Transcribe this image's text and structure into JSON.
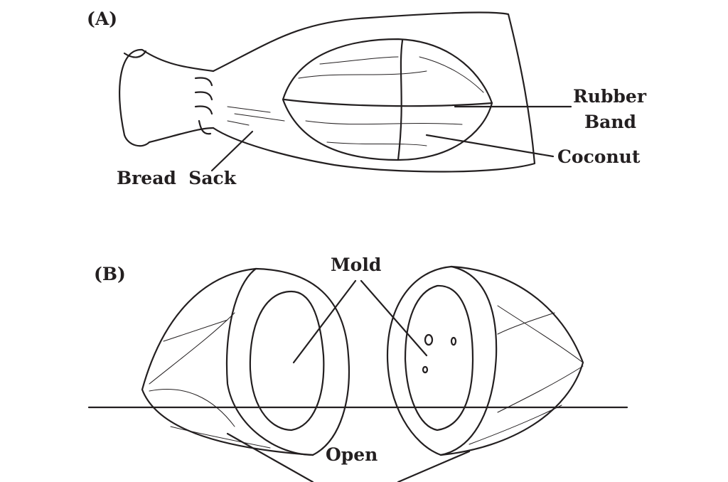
{
  "panel_a": {
    "label": "(A)",
    "callouts": {
      "rubber_band_line1": "Rubber",
      "rubber_band_line2": "Band",
      "coconut": "Coconut",
      "bread_sack": "Bread  Sack"
    }
  },
  "panel_b": {
    "label": "(B)",
    "callouts": {
      "mold": "Mold",
      "open": "Open"
    }
  }
}
